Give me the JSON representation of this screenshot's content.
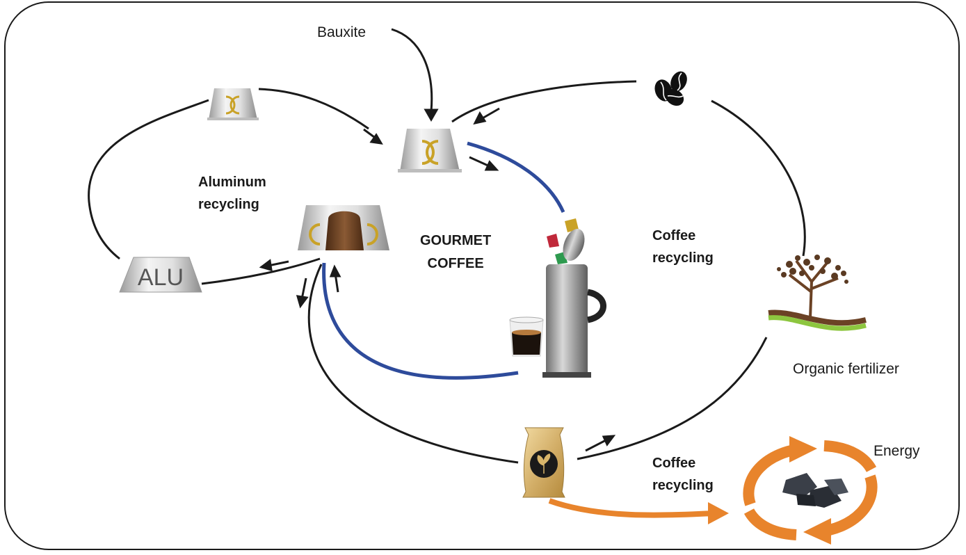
{
  "labels": {
    "bauxite": "Bauxite",
    "aluminum_recycling": [
      "Aluminum",
      "recycling"
    ],
    "gourmet_coffee": [
      "GOURMET",
      "COFFEE"
    ],
    "coffee_recycling_top": [
      "Coffee",
      "recycling"
    ],
    "coffee_recycling_bottom": [
      "Coffee",
      "recycling"
    ],
    "organic_fertilizer": "Organic fertilizer",
    "energy": "Energy",
    "alu": "ALU"
  },
  "colors": {
    "outline": "#1a1a1a",
    "blue_cycle": "#2e4b9b",
    "orange_energy": "#e8842c",
    "capsule_silver": "#d9d9d9",
    "capsule_gold": "#c9a227",
    "bag_gold": "#d8b56a",
    "coffee_brown": "#6b4225",
    "tree_green": "#8dc63f"
  },
  "icons": [
    "capsule-icon",
    "used-capsule-icon",
    "alu-ingot-icon",
    "coffee-beans-icon",
    "coffee-machine-icon",
    "coffee-cup-icon",
    "tree-icon",
    "fertilizer-bag-icon",
    "energy-cycle-icon",
    "charcoal-icon"
  ]
}
